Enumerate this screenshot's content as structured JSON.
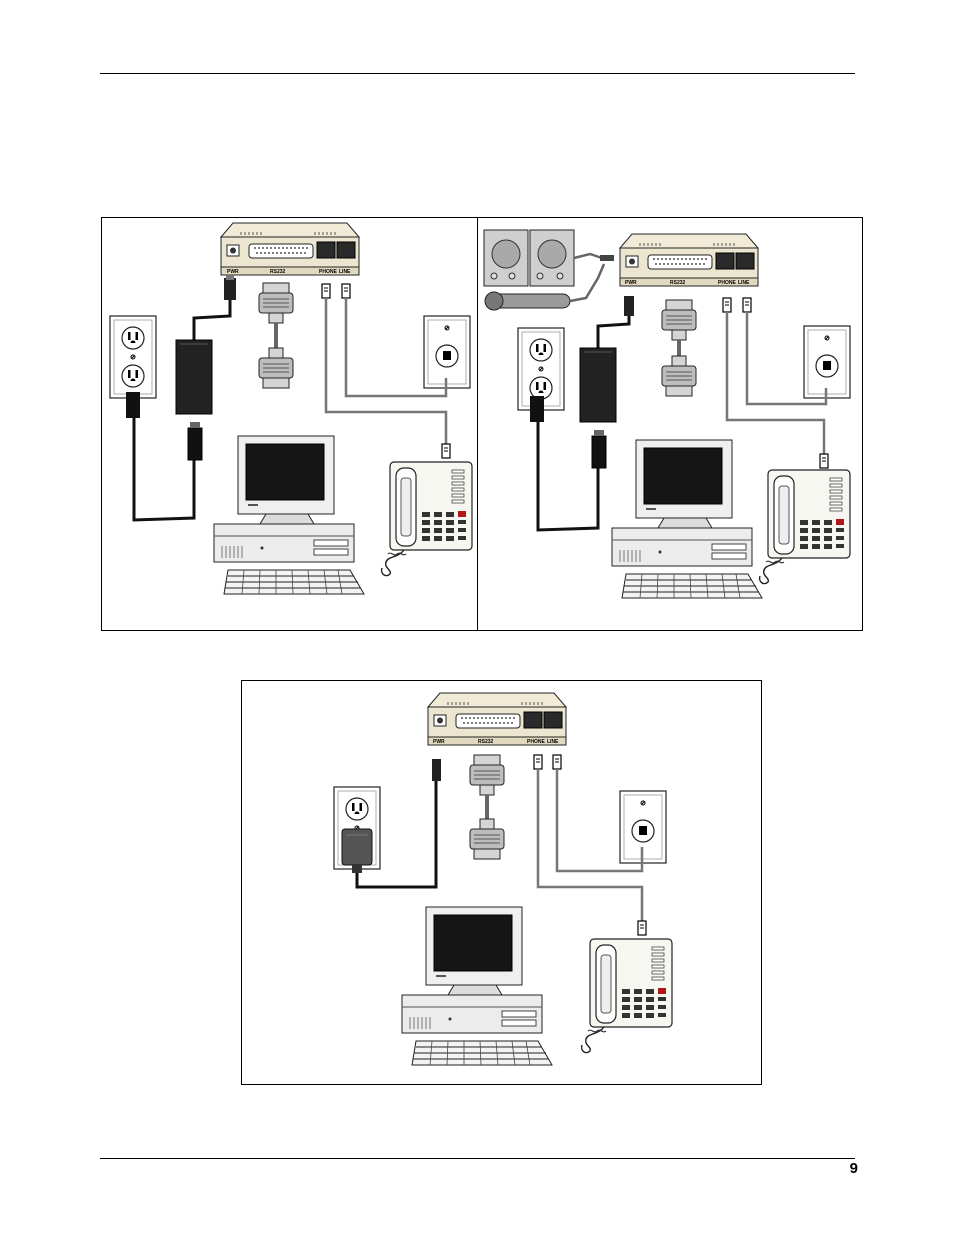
{
  "page": {
    "number": "9"
  },
  "modem": {
    "port_labels": [
      "PWR",
      "RS232",
      "PHONE",
      "LINE"
    ]
  },
  "diagrams": [
    {
      "id": "diagram-a",
      "power": "ac-adapter-brick",
      "audio": false
    },
    {
      "id": "diagram-b",
      "power": "ac-adapter-brick",
      "audio": true
    },
    {
      "id": "diagram-c",
      "power": "wall-transformer",
      "audio": false
    }
  ]
}
